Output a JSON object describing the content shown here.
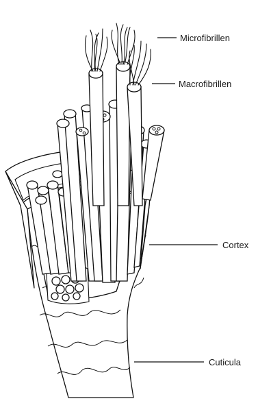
{
  "labels": {
    "microfibrillen": "Microfibrillen",
    "macrofibrillen": "Macrofibrillen",
    "cortex": "Cortex",
    "cuticula": "Cuticula"
  }
}
